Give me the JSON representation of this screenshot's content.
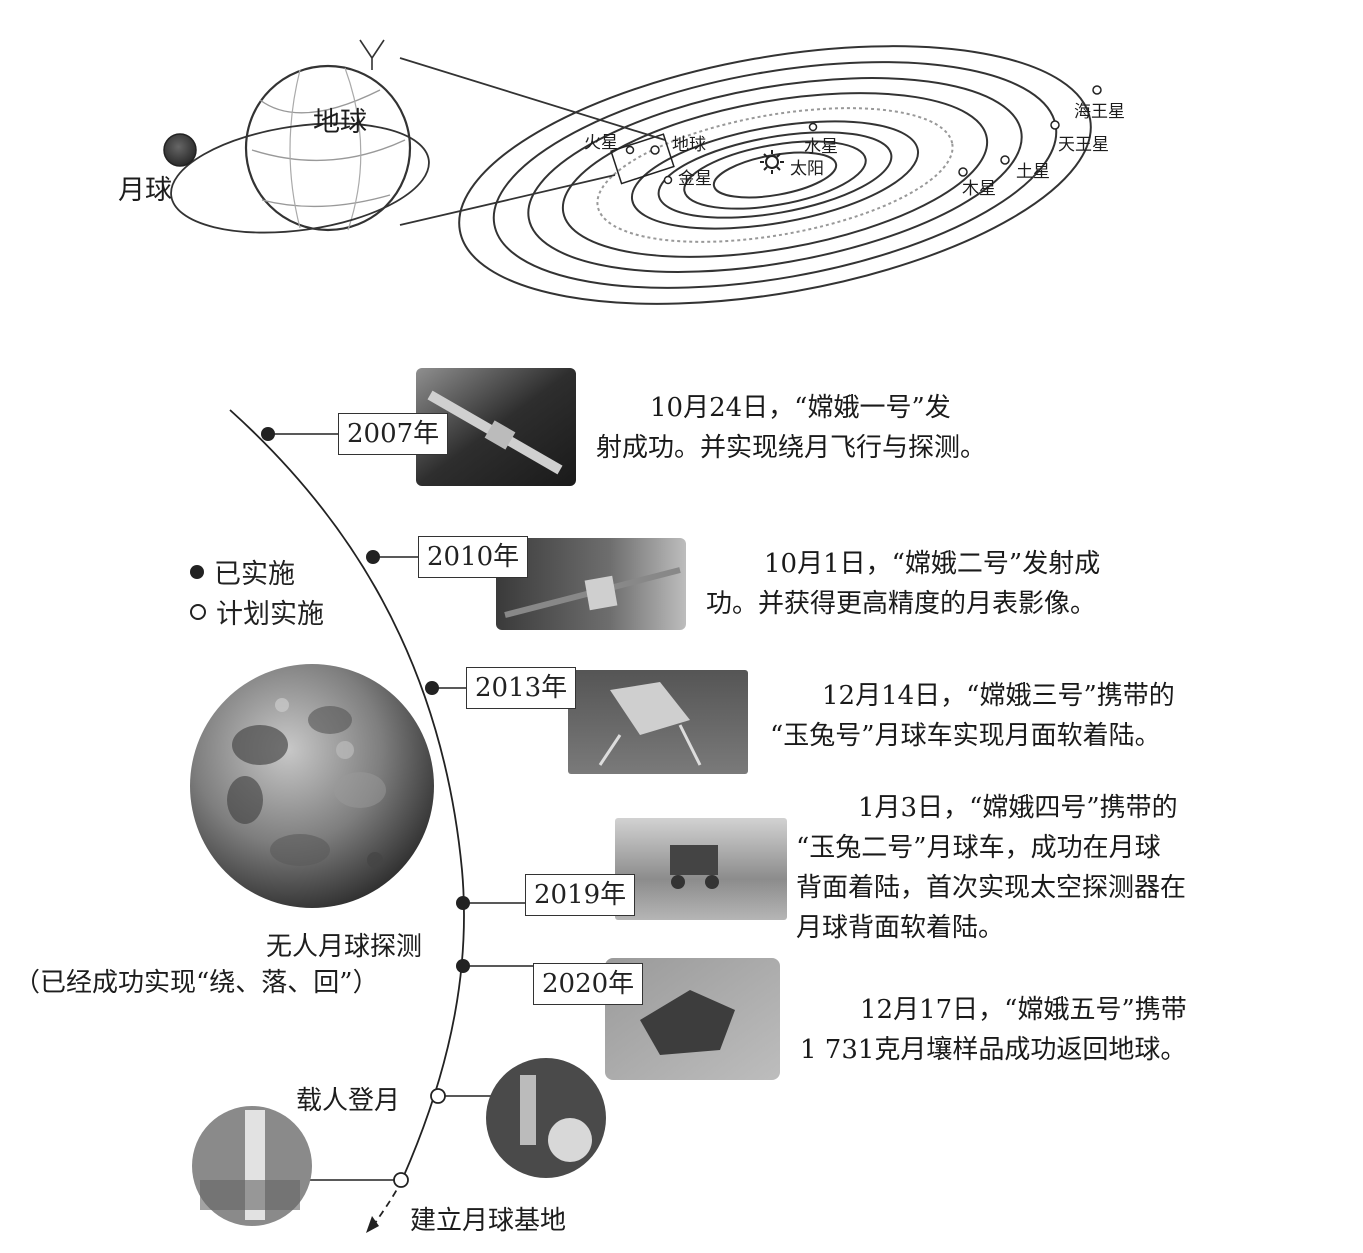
{
  "solar_system": {
    "moon_label": "月球",
    "earth_label": "地球",
    "planets": {
      "mars": "火星",
      "earth": "地球",
      "venus": "金星",
      "mercury": "水星",
      "sun": "太阳",
      "jupiter": "木星",
      "saturn": "土星",
      "uranus": "天王星",
      "neptune": "海王星"
    }
  },
  "legend": {
    "implemented": "已实施",
    "planned": "计划实施"
  },
  "timeline": [
    {
      "year": "2007年",
      "lines": [
        "10月24日，“嫦娥一号”发",
        "射成功。并实现绕月飞行与探测。"
      ]
    },
    {
      "year": "2010年",
      "lines": [
        "10月1日，“嫦娥二号”发射成",
        "功。并获得更高精度的月表影像。"
      ]
    },
    {
      "year": "2013年",
      "lines": [
        "12月14日，“嫦娥三号”携带的",
        "“玉兔号”月球车实现月面软着陆。"
      ]
    },
    {
      "year": "2019年",
      "lines": [
        "1月3日，“嫦娥四号”携带的",
        "“玉兔二号”月球车，成功在月球",
        "背面着陆，首次实现太空探测器在",
        "月球背面软着陆。"
      ]
    },
    {
      "year": "2020年",
      "lines": [
        "12月17日，“嫦娥五号”携带",
        "1 731克月壤样品成功返回地球。"
      ]
    }
  ],
  "unmanned": {
    "title": "无人月球探测",
    "subtitle": "（已经成功实现“绕、落、回”）"
  },
  "future": {
    "manned_landing": "载人登月",
    "moon_base": "建立月球基地"
  },
  "colors": {
    "ink": "#222222",
    "photo_dark": "#3a3a3a",
    "photo_mid": "#8a8a8a"
  }
}
